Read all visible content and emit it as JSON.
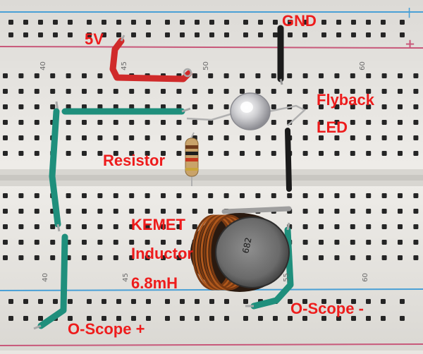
{
  "labels": {
    "v5": "5V",
    "gnd": "GND",
    "flyback_1": "Flyback",
    "flyback_2": "LED",
    "resistor": "Resistor",
    "kemet_1": "KEMET",
    "kemet_2": "Inductor",
    "kemet_3": "6.8mH",
    "oscope_plus": "O-Scope +",
    "oscope_minus": "O-Scope -"
  },
  "board_numbers": {
    "top_40": "40",
    "top_45": "45",
    "top_50": "50",
    "top_60": "60",
    "bottom_40": "40",
    "bottom_45": "45",
    "bottom_55": "55",
    "bottom_60": "60"
  },
  "rail_marks": {
    "minus": "|",
    "plus": "+"
  },
  "inductor_marking": "682",
  "colors": {
    "label_red": "#ee1c1c",
    "board": "#ebe9e4",
    "hole": "#252525",
    "rail_red": "#c8587a",
    "rail_blue": "#4aa0d6",
    "wire_green": "#1f8f7c",
    "wire_red": "#d02a2a",
    "wire_black": "#1b1b1b"
  }
}
